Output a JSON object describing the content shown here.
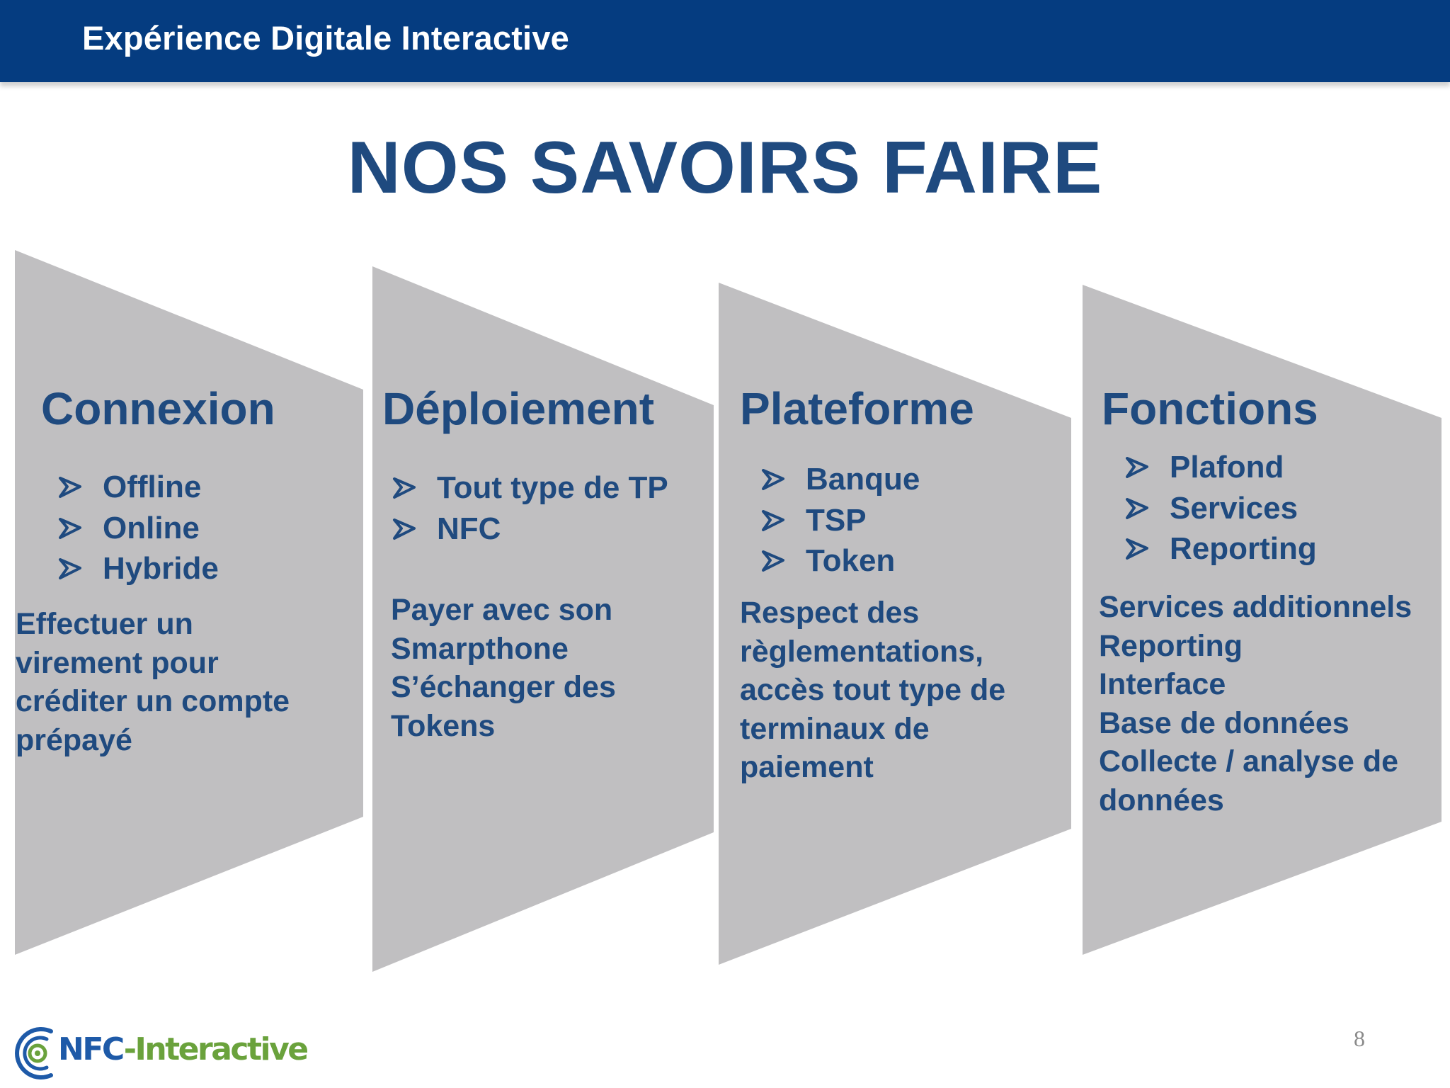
{
  "header": {
    "title": "Expérience Digitale Interactive"
  },
  "page_title": "NOS SAVOIRS FAIRE",
  "columns": [
    {
      "heading": "Connexion",
      "bullets": [
        "Offline",
        "Online",
        "Hybride"
      ],
      "description": [
        "Effectuer un",
        "virement pour",
        "créditer un compte",
        "prépayé"
      ]
    },
    {
      "heading": "Déploiement",
      "bullets": [
        "Tout type de TP",
        "NFC"
      ],
      "description": [
        "Payer avec son",
        "Smarpthone",
        "S’échanger des",
        "Tokens"
      ]
    },
    {
      "heading": "Plateforme",
      "bullets": [
        "Banque",
        "TSP",
        "Token"
      ],
      "description": [
        "Respect des",
        "règlementations,",
        "accès tout type de",
        "terminaux de",
        "paiement"
      ]
    },
    {
      "heading": "Fonctions",
      "bullets": [
        "Plafond",
        "Services",
        "Reporting"
      ],
      "description": [
        "Services additionnels",
        "Reporting",
        "Interface",
        "Base de données",
        "Collecte / analyse de",
        "données"
      ]
    }
  ],
  "footer": {
    "logo_text_nfc": "NFC",
    "logo_text_rest": "-Interactive",
    "page_number": "8"
  },
  "colors": {
    "header_band": "#053c80",
    "title_blue": "#1f4a7f",
    "shape_gray": "#c0bfc1",
    "logo_blue": "#1e5aa8",
    "logo_green": "#6aa23c"
  },
  "icons": {
    "bullet": "arrow-bullet-icon",
    "logo": "nfc-signal-icon"
  }
}
